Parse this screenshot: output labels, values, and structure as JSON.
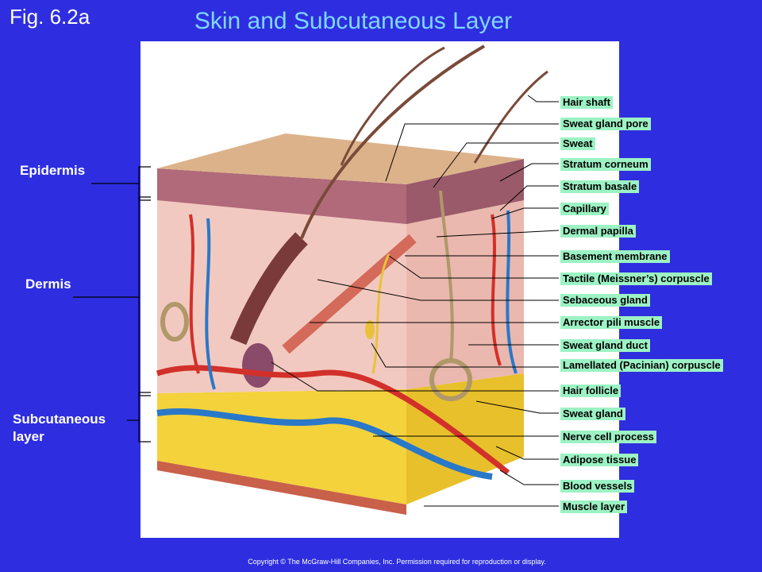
{
  "header": {
    "fig": "Fig. 6.2a",
    "title": "Skin and Subcutaneous Layer"
  },
  "side_labels": {
    "epidermis": "Epidermis",
    "dermis": "Dermis",
    "subcutaneous": "Subcutaneous\nlayer"
  },
  "callouts": [
    "Hair shaft",
    "Sweat gland pore",
    "Sweat",
    "Stratum corneum",
    "Stratum basale",
    "Capillary",
    "Dermal papilla",
    "Basement membrane",
    "Tactile (Meissner’s) corpuscle",
    "Sebaceous gland",
    "Arrector pili muscle",
    "Sweat gland duct",
    "Lamellated (Pacinian) corpuscle",
    "Hair follicle",
    "Sweat gland",
    "Nerve cell process",
    "Adipose tissue",
    "Blood vessels",
    "Muscle layer"
  ],
  "footer": {
    "copyright": "Copyright © The McGraw-Hill Companies, Inc. Permission required for reproduction or display."
  },
  "colors": {
    "background": "#2e2ee0",
    "title": "#7fd7ff",
    "label_bg": "#9cf2c4",
    "skin": "#f2c9c0",
    "epidermis": "#b06a7a",
    "fat": "#f3d23c",
    "artery": "#d2302a",
    "vein": "#2a78c8",
    "nerve": "#e8c23a"
  }
}
